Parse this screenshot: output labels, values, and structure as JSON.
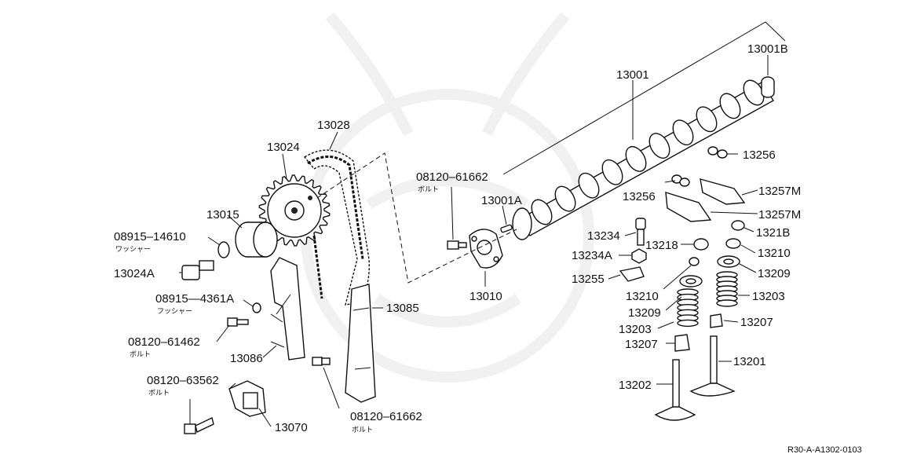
{
  "labels": {
    "p13001B": "13001B",
    "p13001": "13001",
    "p13028": "13028",
    "p13024": "13024",
    "p08120_61662_top": "08120–61662",
    "p13001A": "13001A",
    "p13256_a": "13256",
    "p13256_b": "13256",
    "p13257M_a": "13257M",
    "p13257M_b": "13257M",
    "p13015": "13015",
    "p08915_14610": "08915–14610",
    "p13234": "13234",
    "p13218": "13218",
    "p1321B": "1321B",
    "p13210_a": "13210",
    "p13024A": "13024A",
    "p13234A": "13234A",
    "p13209_a": "13209",
    "p13255": "13255",
    "p13010": "13010",
    "p13210_b": "13210",
    "p13203_a": "13203",
    "p08915_4361A": "08915—4361A",
    "p13085": "13085",
    "p13209_b": "13209",
    "p13207_a": "13207",
    "p13203_b": "13203",
    "p08120_61462": "08120–61462",
    "p13207_b": "13207",
    "p13086": "13086",
    "p13201": "13201",
    "p08120_63562": "08120–63562",
    "p13202": "13202",
    "p08120_61662_bot": "08120–61662",
    "p13070": "13070"
  },
  "sublabels": {
    "bolt_top": "ボルト",
    "washer_14610": "ワッシャー",
    "washer_4361A": "フッシャー",
    "bolt_61462": "ボルト",
    "bolt_63562": "ボルト",
    "bolt_bottom": "ボルト"
  },
  "reference": "R30-A-A1302-0103"
}
